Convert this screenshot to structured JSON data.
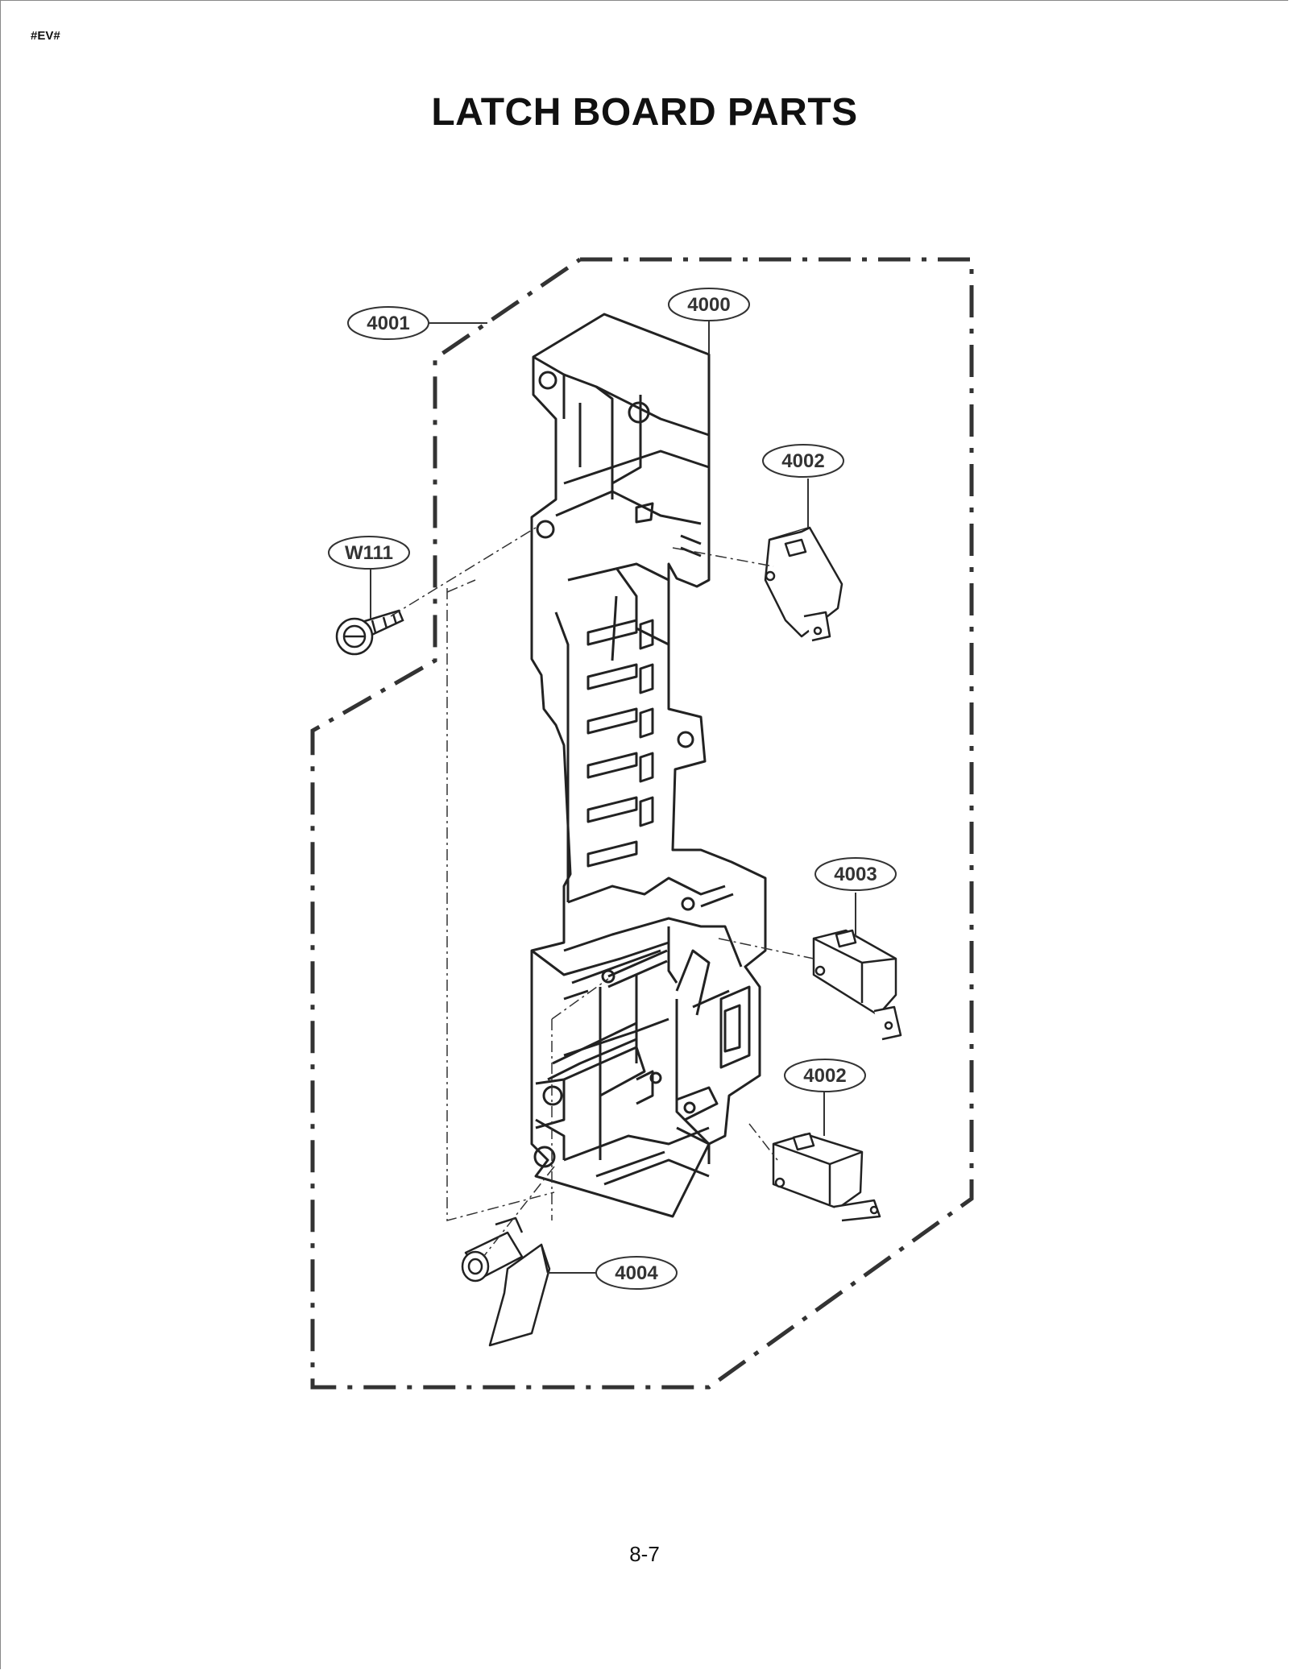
{
  "header": {
    "code": "#EV#"
  },
  "title": "LATCH BOARD PARTS",
  "footer": {
    "page_number": "8-7"
  },
  "callouts": [
    {
      "id": "4001",
      "label": "4001"
    },
    {
      "id": "4000",
      "label": "4000"
    },
    {
      "id": "4002a",
      "label": "4002"
    },
    {
      "id": "w111",
      "label": "W111"
    },
    {
      "id": "4003",
      "label": "4003"
    },
    {
      "id": "4002b",
      "label": "4002"
    },
    {
      "id": "4004",
      "label": "4004"
    }
  ]
}
